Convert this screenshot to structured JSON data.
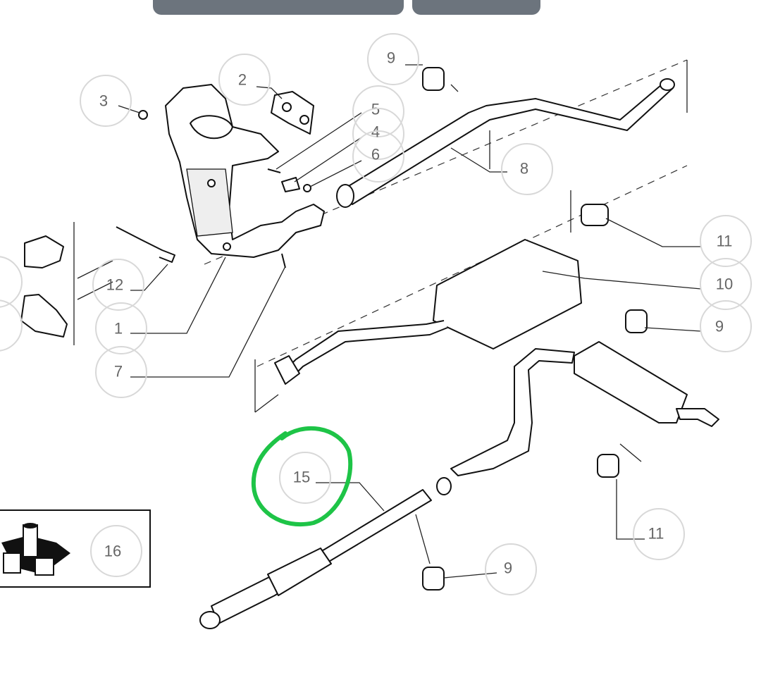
{
  "toolbar": {
    "tabs": [
      {
        "label": ""
      },
      {
        "label": ""
      }
    ]
  },
  "callouts": [
    {
      "label": "3"
    },
    {
      "label": "2"
    },
    {
      "label": "5"
    },
    {
      "label": "4"
    },
    {
      "label": "6"
    },
    {
      "label": "9"
    },
    {
      "label": "8"
    },
    {
      "label": "11"
    },
    {
      "label": "10"
    },
    {
      "label": "9"
    },
    {
      "label": "12"
    },
    {
      "label": "1"
    },
    {
      "label": "7"
    },
    {
      "label": "15"
    },
    {
      "label": "16"
    },
    {
      "label": "11"
    },
    {
      "label": "9"
    }
  ],
  "highlight": {
    "label": "15",
    "color": "#1ec447"
  },
  "accent": {
    "tab_color": "#6c747d",
    "circle_color": "#d8d8d8"
  }
}
